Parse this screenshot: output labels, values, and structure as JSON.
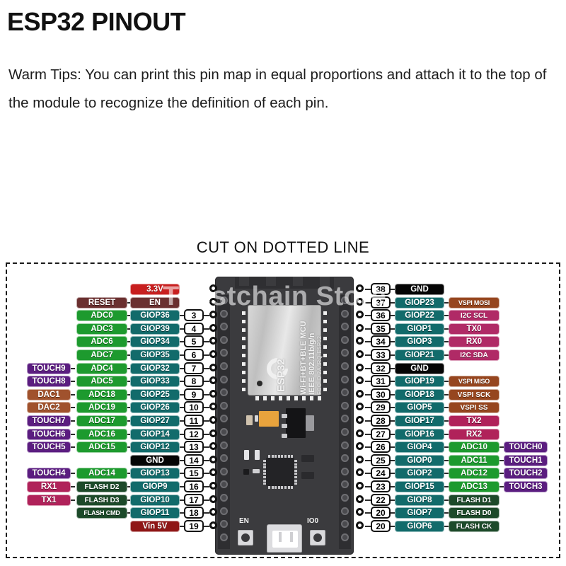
{
  "header": {
    "title": "ESP32 PINOUT",
    "tips": "Warm Tips: You can print this pin map in equal proportions and attach it to the top of the module to recognize the definition of each pin."
  },
  "cut_caption": "CUT ON DOTTED LINE",
  "watermark": "Thestchain Store",
  "colors": {
    "power_3v3": "#c81f1f",
    "power_vin": "#8f1616",
    "reset_en": "#6b3030",
    "gnd": "#050505",
    "gpio": "#126b6b",
    "adc": "#1d9a2e",
    "touch": "#5b1d80",
    "dac": "#a0522d",
    "uart": "#b0225a",
    "i2c": "#b02a66",
    "vspi": "#96461f",
    "flash": "#1d4a2a"
  },
  "board": {
    "module_name": "ESP32",
    "module_line1": "Wi-Fi+BT+BLE MCU",
    "module_line2": "IEEE 802.11b/g/n",
    "module_line3": "FCC ID 2A4RQ-ESP32",
    "button_en": "EN",
    "button_io0": "IO0"
  },
  "left_pins": [
    {
      "num": "",
      "gpio": "3.3V",
      "gpio_type": "power_3v3",
      "adc": "",
      "adc_type": "",
      "extra": "",
      "extra_type": ""
    },
    {
      "num": "",
      "gpio": "EN",
      "gpio_type": "reset_en",
      "adc": "RESET",
      "adc_type": "reset_en",
      "extra": "",
      "extra_type": ""
    },
    {
      "num": "3",
      "gpio": "GIOP36",
      "gpio_type": "gpio",
      "adc": "ADC0",
      "adc_type": "adc",
      "extra": "",
      "extra_type": ""
    },
    {
      "num": "4",
      "gpio": "GIOP39",
      "gpio_type": "gpio",
      "adc": "ADC3",
      "adc_type": "adc",
      "extra": "",
      "extra_type": ""
    },
    {
      "num": "5",
      "gpio": "GIOP34",
      "gpio_type": "gpio",
      "adc": "ADC6",
      "adc_type": "adc",
      "extra": "",
      "extra_type": ""
    },
    {
      "num": "6",
      "gpio": "GIOP35",
      "gpio_type": "gpio",
      "adc": "ADC7",
      "adc_type": "adc",
      "extra": "",
      "extra_type": ""
    },
    {
      "num": "7",
      "gpio": "GIOP32",
      "gpio_type": "gpio",
      "adc": "ADC4",
      "adc_type": "adc",
      "extra": "TOUCH9",
      "extra_type": "touch"
    },
    {
      "num": "8",
      "gpio": "GIOP33",
      "gpio_type": "gpio",
      "adc": "ADC5",
      "adc_type": "adc",
      "extra": "TOUCH8",
      "extra_type": "touch"
    },
    {
      "num": "9",
      "gpio": "GIOP25",
      "gpio_type": "gpio",
      "adc": "ADC18",
      "adc_type": "adc",
      "extra": "DAC1",
      "extra_type": "dac"
    },
    {
      "num": "10",
      "gpio": "GIOP26",
      "gpio_type": "gpio",
      "adc": "ADC19",
      "adc_type": "adc",
      "extra": "DAC2",
      "extra_type": "dac"
    },
    {
      "num": "11",
      "gpio": "GIOP27",
      "gpio_type": "gpio",
      "adc": "ADC17",
      "adc_type": "adc",
      "extra": "TOUCH7",
      "extra_type": "touch"
    },
    {
      "num": "12",
      "gpio": "GIOP14",
      "gpio_type": "gpio",
      "adc": "ADC16",
      "adc_type": "adc",
      "extra": "TOUCH6",
      "extra_type": "touch"
    },
    {
      "num": "13",
      "gpio": "GIOP12",
      "gpio_type": "gpio",
      "adc": "ADC15",
      "adc_type": "adc",
      "extra": "TOUCH5",
      "extra_type": "touch"
    },
    {
      "num": "14",
      "gpio": "GND",
      "gpio_type": "gnd",
      "adc": "",
      "adc_type": "",
      "extra": "",
      "extra_type": ""
    },
    {
      "num": "15",
      "gpio": "GIOP13",
      "gpio_type": "gpio",
      "adc": "ADC14",
      "adc_type": "adc",
      "extra": "TOUCH4",
      "extra_type": "touch"
    },
    {
      "num": "16",
      "gpio": "GIOP9",
      "gpio_type": "gpio",
      "adc": "FLASH D2",
      "adc_type": "flash",
      "extra": "RX1",
      "extra_type": "uart"
    },
    {
      "num": "17",
      "gpio": "GIOP10",
      "gpio_type": "gpio",
      "adc": "FLASH D3",
      "adc_type": "flash",
      "extra": "TX1",
      "extra_type": "uart"
    },
    {
      "num": "18",
      "gpio": "GIOP11",
      "gpio_type": "gpio",
      "adc": "FLASH CMD",
      "adc_type": "flash",
      "extra": "",
      "extra_type": ""
    },
    {
      "num": "19",
      "gpio": "Vin 5V",
      "gpio_type": "power_vin",
      "adc": "",
      "adc_type": "",
      "extra": "",
      "extra_type": ""
    }
  ],
  "right_pins": [
    {
      "num": "38",
      "gpio": "GND",
      "gpio_type": "gnd",
      "fn": "",
      "fn_type": "",
      "extra": "",
      "extra_type": ""
    },
    {
      "num": "37",
      "gpio": "GIOP23",
      "gpio_type": "gpio",
      "fn": "VSPI MOSI",
      "fn_type": "vspi",
      "extra": "",
      "extra_type": ""
    },
    {
      "num": "36",
      "gpio": "GIOP22",
      "gpio_type": "gpio",
      "fn": "I2C SCL",
      "fn_type": "i2c",
      "extra": "",
      "extra_type": ""
    },
    {
      "num": "35",
      "gpio": "GIOP1",
      "gpio_type": "gpio",
      "fn": "TX0",
      "fn_type": "i2c",
      "extra": "",
      "extra_type": ""
    },
    {
      "num": "34",
      "gpio": "GIOP3",
      "gpio_type": "gpio",
      "fn": "RX0",
      "fn_type": "i2c",
      "extra": "",
      "extra_type": ""
    },
    {
      "num": "33",
      "gpio": "GIOP21",
      "gpio_type": "gpio",
      "fn": "I2C SDA",
      "fn_type": "i2c",
      "extra": "",
      "extra_type": ""
    },
    {
      "num": "32",
      "gpio": "GND",
      "gpio_type": "gnd",
      "fn": "",
      "fn_type": "",
      "extra": "",
      "extra_type": ""
    },
    {
      "num": "31",
      "gpio": "GIOP19",
      "gpio_type": "gpio",
      "fn": "VSPI MISO",
      "fn_type": "vspi",
      "extra": "",
      "extra_type": ""
    },
    {
      "num": "30",
      "gpio": "GIOP18",
      "gpio_type": "gpio",
      "fn": "VSPI SCK",
      "fn_type": "vspi",
      "extra": "",
      "extra_type": ""
    },
    {
      "num": "29",
      "gpio": "GIOP5",
      "gpio_type": "gpio",
      "fn": "VSPI SS",
      "fn_type": "vspi",
      "extra": "",
      "extra_type": ""
    },
    {
      "num": "28",
      "gpio": "GIOP17",
      "gpio_type": "gpio",
      "fn": "TX2",
      "fn_type": "uart",
      "extra": "",
      "extra_type": ""
    },
    {
      "num": "27",
      "gpio": "GIOP16",
      "gpio_type": "gpio",
      "fn": "RX2",
      "fn_type": "uart",
      "extra": "",
      "extra_type": ""
    },
    {
      "num": "26",
      "gpio": "GIOP4",
      "gpio_type": "gpio",
      "fn": "ADC10",
      "fn_type": "adc",
      "extra": "TOUCH0",
      "extra_type": "touch"
    },
    {
      "num": "25",
      "gpio": "GIOP0",
      "gpio_type": "gpio",
      "fn": "ADC11",
      "fn_type": "adc",
      "extra": "TOUCH1",
      "extra_type": "touch"
    },
    {
      "num": "24",
      "gpio": "GIOP2",
      "gpio_type": "gpio",
      "fn": "ADC12",
      "fn_type": "adc",
      "extra": "TOUCH2",
      "extra_type": "touch"
    },
    {
      "num": "23",
      "gpio": "GIOP15",
      "gpio_type": "gpio",
      "fn": "ADC13",
      "fn_type": "adc",
      "extra": "TOUCH3",
      "extra_type": "touch"
    },
    {
      "num": "22",
      "gpio": "GIOP8",
      "gpio_type": "gpio",
      "fn": "FLASH D1",
      "fn_type": "flash",
      "extra": "",
      "extra_type": ""
    },
    {
      "num": "20",
      "gpio": "GIOP7",
      "gpio_type": "gpio",
      "fn": "FLASH D0",
      "fn_type": "flash",
      "extra": "",
      "extra_type": ""
    },
    {
      "num": "20",
      "gpio": "GIOP6",
      "gpio_type": "gpio",
      "fn": "FLASH CK",
      "fn_type": "flash",
      "extra": "",
      "extra_type": ""
    }
  ]
}
